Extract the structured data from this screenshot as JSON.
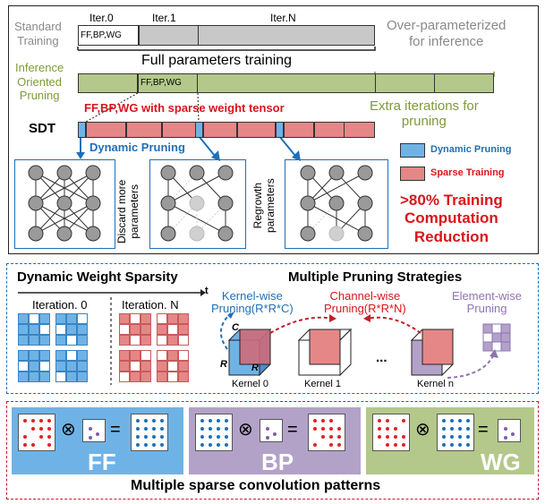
{
  "top": {
    "standard_training": "Standard\nTraining",
    "iter0": "Iter.0",
    "iter1": "Iter.1",
    "iterN": "Iter.N",
    "ff_bp_wg_small": "FF,BP,WG",
    "over_param": "Over-parameterized\nfor inference",
    "full_params": "Full parameters training",
    "inference_oriented": "Inference\nOriented\nPruning",
    "ff_bp_wg_small2": "FF,BP,WG",
    "extra_iter": "Extra iterations for\npruning",
    "sdt": "SDT",
    "sparse_tensor": "FF,BP,WG with sparse weight tensor",
    "dynamic_pruning": "Dynamic Pruning",
    "discard_more": "Discard more\nparameters",
    "regrowth": "Regrowth\nparameters",
    "legend_dynamic": "Dynamic Pruning",
    "legend_sparse": "Sparse Training",
    "reduction": ">80% Training\nComputation\nReduction"
  },
  "middle": {
    "dws_title": "Dynamic Weight Sparsity",
    "t_label": "t",
    "iteration0": "Iteration. 0",
    "iterationN": "Iteration. N",
    "mps_title": "Multiple Pruning Strategies",
    "kernel_wise": "Kernel-wise\nPruning(R*R*C)",
    "channel_wise": "Channel-wise\nPruning(R*R*N)",
    "element_wise": "Element-wise\nPruning",
    "c_label": "C",
    "r_label1": "R",
    "r_label2": "R",
    "kernel0": "Kernel 0",
    "kernel1": "Kernel 1",
    "dots": "...",
    "kerneln": "Kernel n"
  },
  "bottom": {
    "ff": "FF",
    "bp": "BP",
    "wg": "WG",
    "otimes": "⊗",
    "equals": "=",
    "caption": "Multiple sparse convolution patterns"
  },
  "colors": {
    "blue": "#6fb3e6",
    "red": "#e58787",
    "green": "#b4c88b",
    "purple": "#b3a2c8",
    "gray": "#c8c8c8"
  }
}
